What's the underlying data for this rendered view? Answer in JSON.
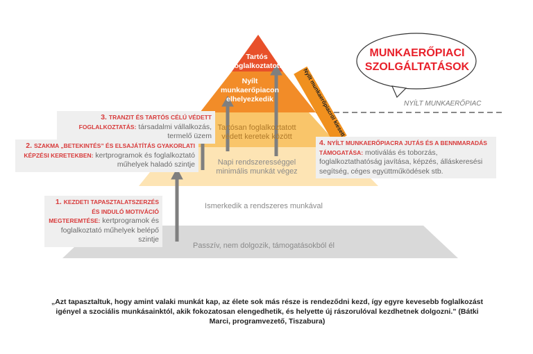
{
  "bubble_title": [
    "MUNKAERŐPIACI",
    "SZOLGÁLTATÁSOK"
  ],
  "open_market_label": "NYÍLT MUNKAERŐPIAC",
  "dropout_band": "Nyílt munkaerőpiacról kiesett",
  "pyramid": {
    "level6": [
      "Tartós",
      "foglalkoztatott"
    ],
    "level5": [
      "Nyílt",
      "munkaerőpiacon",
      "elhelyezkedik"
    ],
    "level4": [
      "Tartósan foglalkoztatott",
      "védett keretek között"
    ],
    "level3": [
      "Napi rendszerességgel",
      "minimális munkát végez"
    ],
    "level2": "Ismerkedik a rendszeres munkával",
    "level1": "Passzív, nem dolgozik, támogatásokból él"
  },
  "steps": [
    {
      "num": "1.",
      "heading": "Kezdeti tapasztalatszerzés és induló motiváció megteremtése:",
      "text": "kertprogramok és foglalkoztató műhelyek belépő szintje"
    },
    {
      "num": "2.",
      "heading": "Szakma „betekintés” és elsajátítás gyakorlati képzési keretekben:",
      "text": "kertprogramok és foglalkoztató műhelyek haladó szintje"
    },
    {
      "num": "3.",
      "heading": "Tranzit és tartós célú védett foglalkoztatás:",
      "text": "társadalmi vállalkozás, termelő üzem"
    },
    {
      "num": "4.",
      "heading": "Nyílt munkaerőpiacra jutás és a bennmaradás támogatása:",
      "text": "motiválás és toborzás, foglalkoztathatóság javítása, képzés, álláskeresési segítség, céges együttműködések stb."
    }
  ],
  "quote": "„Azt tapasztaltuk, hogy amint valaki munkát kap, az élete sok más része is rendeződni kezd, így egyre kevesebb foglalkozást igényel a szociális munkásainktól, akik fokozatosan elengedhetik, és helyette új rászorulóval kezdhetnek dolgozni.” (Bátki Marci, programvezető, Tiszabura)",
  "colors": {
    "red": "#e8502a",
    "orange": "#f28c28",
    "light_orange": "#f9c56a",
    "pale": "#fde4b4",
    "gray": "#d9d9d9",
    "accent_text": "#d83a3a"
  }
}
